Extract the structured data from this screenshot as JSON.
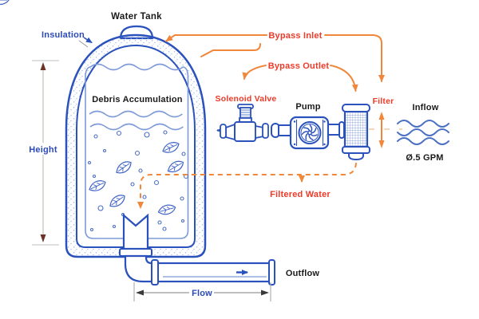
{
  "diagram": {
    "title": "Water Tank",
    "labels": {
      "water_tank": "Water Tank",
      "insulation": "Insulation",
      "debris_accumulation": "Debris Accumulation",
      "height": "Height",
      "bypass_inlet": "Bypass Inlet",
      "bypass_outlet": "Bypass Outlet",
      "solenoid_valve": "Solenoid Valve",
      "pump": "Pump",
      "filter": "Filter",
      "inflow": "Inflow",
      "flow_rate": "Ø.5 GPM",
      "filtered_water": "Filtered Water",
      "outflow": "Outflow",
      "flow": "Flow"
    },
    "colors": {
      "line_blue": "#2B52BC",
      "light_blue": "#7E9AD8",
      "wave_blue": "#4C70C4",
      "orange": "#F0873B",
      "red_label": "#EE3A28",
      "blue_label": "#2B49B8",
      "black_label": "#1A1A1A",
      "dim_gray": "#999999",
      "arrow_maroon": "#6B3228"
    }
  }
}
